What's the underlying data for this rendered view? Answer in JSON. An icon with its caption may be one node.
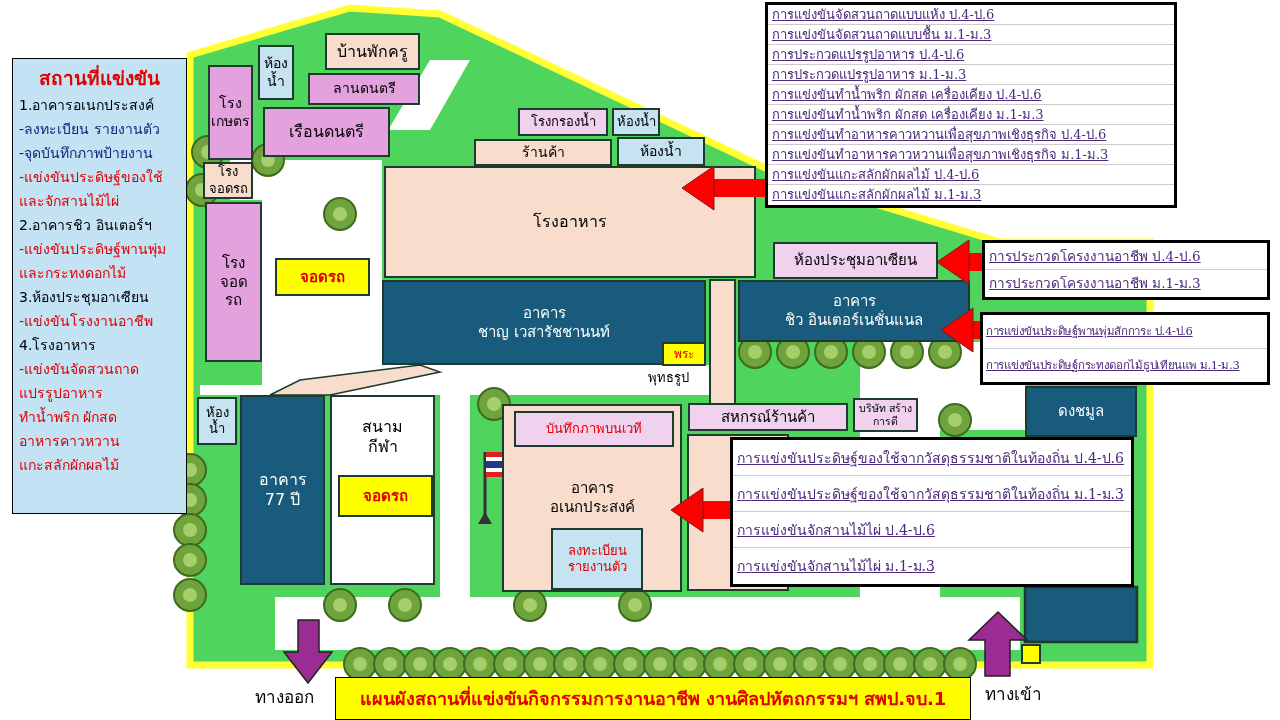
{
  "diagram": {
    "title": "แผนผังสถานที่แข่งขันกิจกรรมการงานอาชีพ งานศิลปหัตถกรรมฯ สพป.จบ.1",
    "nodes": [
      {
        "text": [
          "สถานที่แข่งขัน",
          "1.อาคารอเนกประสงค์",
          "-ลงทะเบียน รายงานตัว",
          "-จุดบันทึกภาพป้ายงาน",
          "-แข่งขันประดิษฐ์ของใช้และจักสานไม้ไผ่",
          "2.อาคารชิว อินเตอร์ฯ",
          "-แข่งขันประดิษฐ์พานพุ่มและกระทงดอกไม้",
          "3.ห้องประชุมอาเซียน",
          "-แข่งขันโรงงานอาชีพ",
          "4.โรงอาหาร",
          "-แข่งขันจัดสวนถาด",
          "แปรรูปอาหาร",
          "ทำน้ำพริก ผักสด",
          "อาหารคาวหวาน",
          "แกะสลักผักผลไม้"
        ]
      },
      {
        "text": [
          "ห้องน้ำ"
        ]
      },
      {
        "text": [
          "บ้านพักครู"
        ]
      },
      {
        "text": [
          "โรงเกษตร"
        ]
      },
      {
        "text": [
          "ลานดนตรี"
        ]
      },
      {
        "text": [
          "เรือนดนตรี"
        ]
      },
      {
        "text": [
          "โรงจอดรถ"
        ]
      },
      {
        "text": [
          "โรงจอดรถ"
        ]
      },
      {
        "text": [
          "โรงกรองน้ำ"
        ]
      },
      {
        "text": [
          "ห้องน้ำ"
        ]
      },
      {
        "text": [
          "ร้านค้า"
        ]
      },
      {
        "text": [
          "ห้องน้ำ"
        ]
      },
      {
        "text": [
          "โรงอาหาร"
        ]
      },
      {
        "text": [
          "จอดรถ"
        ]
      },
      {
        "text": [
          "ห้องประชุมอาเซียน"
        ]
      },
      {
        "text": [
          "อาคาร",
          "ชาญ เวสารัชชานนท์"
        ]
      },
      {
        "text": [
          "อาคาร",
          "ชิว อินเตอร์เนชั่นแนล"
        ]
      },
      {
        "text": [
          "พระ"
        ],
        "beside": [
          "พุทธรูป"
        ],
        "in": 15
      },
      {
        "text": [
          "ดงชมูล"
        ]
      },
      {
        "text": [
          "ห้องน้ำ"
        ]
      },
      {
        "text": [
          "อาคาร",
          "77 ปี"
        ]
      },
      {
        "text": [
          "สนามกีฬา"
        ]
      },
      {
        "text": [
          "จอดรถ"
        ],
        "in": 21
      },
      {
        "text": [
          "อาคาร",
          "อเนกประสงค์"
        ]
      },
      {
        "text": [
          "บันทึกภาพบนเวที"
        ],
        "in": 23
      },
      {
        "text": [
          "ลงทะเบียน รายงานตัว"
        ],
        "in": 23
      },
      {
        "text": [
          "สหกรณ์ร้านค้า"
        ]
      },
      {
        "text": [
          "บริษัท สร้างการดี"
        ]
      },
      {
        "text": [
          "การแข่งขันจัดสวนถาดแบบแห้ง ป.4-ป.6",
          "การแข่งขันจัดสวนถาดแบบชื้น ม.1-ม.3",
          "การประกวดแปรรูปอาหาร ป.4-ป.6",
          "การประกวดแปรรูปอาหาร ม.1-ม.3",
          "การแข่งขันทำน้ำพริก ผักสด เครื่องเคียง ป.4-ป.6",
          "การแข่งขันทำน้ำพริก ผักสด เครื่องเคียง ม.1-ม.3",
          "การแข่งขันทำอาหารคาวหวานเพื่อสุขภาพเชิงธุรกิจ ป.4-ป.6",
          "การแข่งขันทำอาหารคาวหวานเพื่อสุขภาพเชิงธุรกิจ ม.1-ม.3",
          "การแข่งขันแกะสลักผักผลไม้ ป.4-ป.6",
          "การแข่งขันแกะสลักผักผลไม้ ม.1-ม.3"
        ]
      },
      {
        "text": [
          "การประกวดโครงงานอาชีพ ป.4-ป.6",
          "การประกวดโครงงานอาชีพ ม.1-ม.3"
        ]
      },
      {
        "text": [
          "การแข่งขันประดิษฐ์พานพุ่มสักการะ ป.4-ป.6",
          "การแข่งขันประดิษฐ์กระทงดอกไม้ธูปเทียนแพ ม.1-ม.3"
        ]
      },
      {
        "text": [
          "การแข่งขันประดิษฐ์ของใช้จากวัสดุธรรมชาติในท้องถิ่น ป.4-ป.6",
          "การแข่งขันประดิษฐ์ของใช้จากวัสดุธรรมชาติในท้องถิ่น ม.1-ม.3",
          "การแข่งขันจักสานไม้ไผ่ ป.4-ป.6",
          "การแข่งขันจักสานไม้ไผ่ ม.1-ม.3"
        ]
      }
    ],
    "edges": [
      {
        "from": 28,
        "to": 12,
        "arrow": "to"
      },
      {
        "from": 29,
        "to": 14,
        "arrow": "to"
      },
      {
        "from": 30,
        "to": 16,
        "arrow": "to"
      },
      {
        "from": 31,
        "to": 23,
        "arrow": "to"
      }
    ],
    "labels": [
      "ทางออก",
      "ทางเข้า"
    ]
  }
}
